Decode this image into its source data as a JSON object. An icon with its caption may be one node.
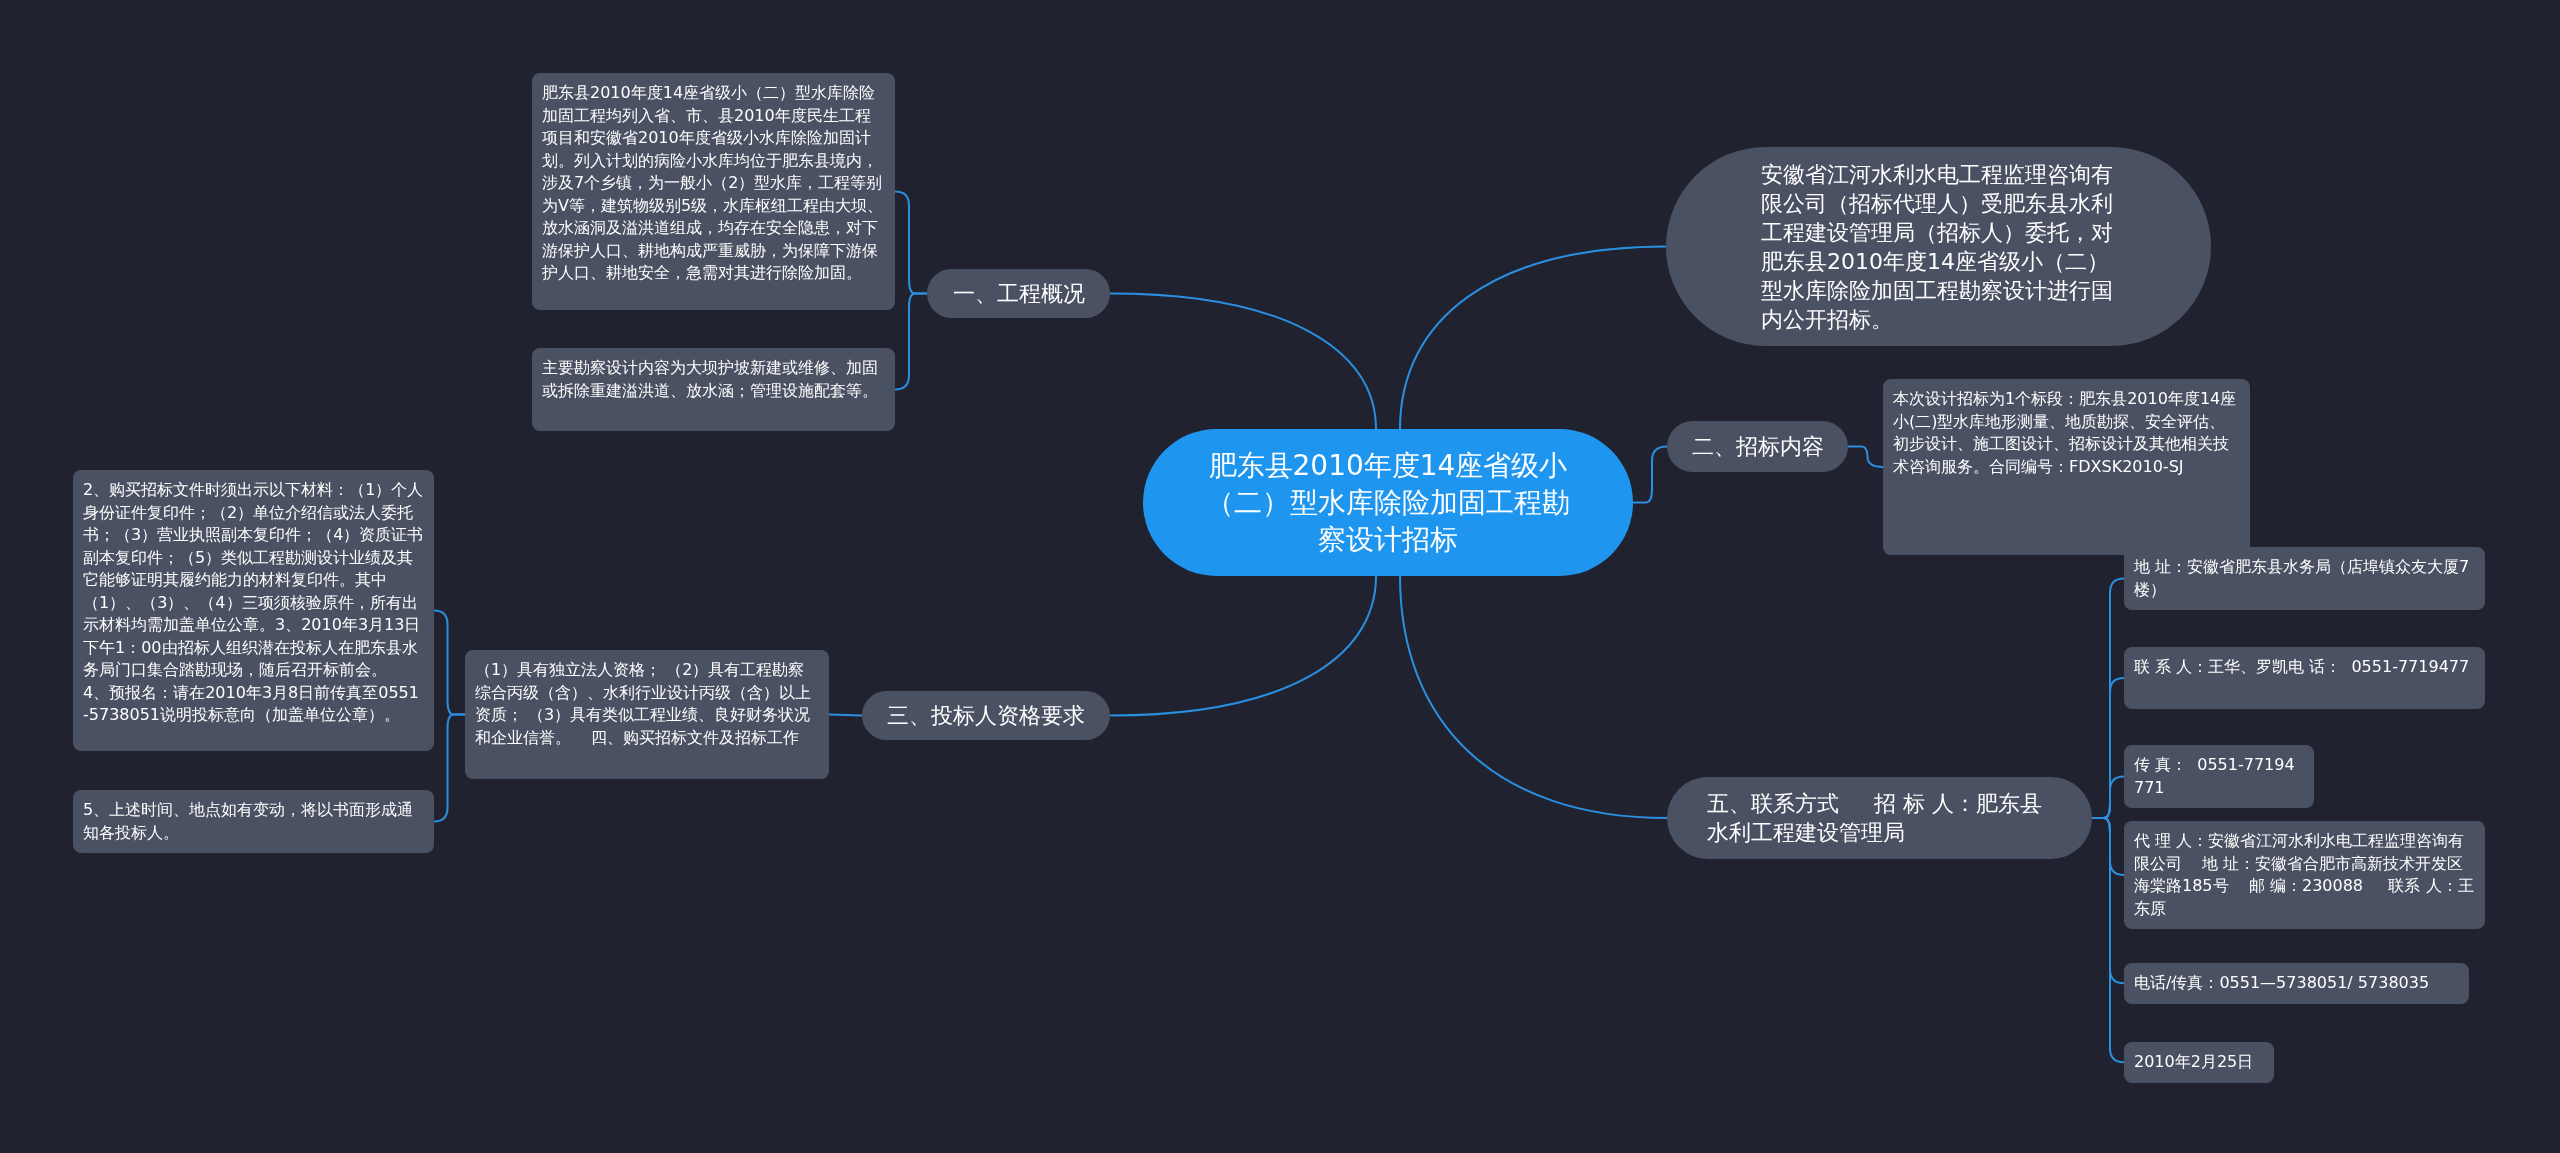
{
  "diagram": {
    "nodes": [
      {
        "text": [
          "肥东县2010年度14座省级小（二）型水库除险加固工程勘察设计招标"
        ]
      },
      {
        "text": [
          "安徽省江河水利水电工程监理咨询有限公司（招标代理人）受肥东县水利工程建设管理局（招标人）委托，对肥东县2010年度14座省级小（二）型水库除险加固工程勘察设计进行国内公开招标。"
        ]
      },
      {
        "text": [
          "一、工程概况"
        ]
      },
      {
        "text": [
          "肥东县2010年度14座省级小（二）型水库除险加固工程均列入省、市、县2010年度民生工程项目和安徽省2010年度省级小水库除险加固计划。列入计划的病险小水库均位于肥东县境内，涉及7个乡镇，为一般小（2）型水库，工程等别为V等，建筑物级别5级，水库枢纽工程由大坝、放水涵洞及溢洪道组成，均存在安全隐患，对下游保护人口、耕地构成严重威胁，为保障下游保护人口、耕地安全，急需对其进行除险加固。"
        ]
      },
      {
        "text": [
          "主要勘察设计内容为大坝护坡新建或维修、加固或拆除重建溢洪道、放水涵；管理设施配套等。"
        ]
      },
      {
        "text": [
          "二、招标内容"
        ]
      },
      {
        "text": [
          "本次设计招标为1个标段：肥东县2010年度14座小(二)型水库地形测量、地质勘探、安全评估、初步设计、施工图设计、招标设计及其他相关技术咨询服务。合同编号：FDXSK2010-SJ"
        ]
      },
      {
        "text": [
          "三、投标人资格要求"
        ]
      },
      {
        "text": [
          "（1）具有独立法人资格； （2）具有工程勘察综合丙级（含）、水利行业设计丙级（含）以上资质； （3）具有类似工程业绩、良好财务状况和企业信誉。    四、购买招标文件及招标工作"
        ]
      },
      {
        "text": [
          "2、购买招标文件时须出示以下材料：（1）个人身份证件复印件；（2）单位介绍信或法人委托书；（3）营业执照副本复印件；（4）资质证书副本复印件；（5）类似工程勘测设计业绩及其它能够证明其履约能力的材料复印件。其中（1）、（3）、（4）三项须核验原件，所有出示材料均需加盖单位公章。3、2010年3月13日下午1：00由招标人组织潜在投标人在肥东县水务局门口集合踏勘现场，随后召开标前会。    4、预报名：请在2010年3月8日前传真至0551-5738051说明投标意向（加盖单位公章）。"
        ]
      },
      {
        "text": [
          "5、上述时间、地点如有变动，将以书面形成通知各投标人。"
        ]
      },
      {
        "text": [
          "五、联系方式     招 标 人：肥东县水利工程建设管理局"
        ]
      },
      {
        "text": [
          "地 址：安徽省肥东县水务局（店埠镇众友大厦7楼）"
        ]
      },
      {
        "text": [
          "联 系 人：王华、罗凯电 话：  0551-7719477"
        ]
      },
      {
        "text": [
          "传 真：  0551-77194771"
        ]
      },
      {
        "text": [
          "代 理 人：安徽省江河水利水电工程监理咨询有限公司    地 址：安徽省合肥市高新技术开发区海棠路185号    邮 编：230088     联系 人：王东原"
        ]
      },
      {
        "text": [
          "电话/传真：0551—5738051/ 5738035"
        ]
      },
      {
        "text": [
          "2010年2月25日"
        ]
      }
    ],
    "edges": [
      {
        "from": 0,
        "to": 1,
        "arrow": "none"
      },
      {
        "from": 0,
        "to": 2,
        "arrow": "none"
      },
      {
        "from": 0,
        "to": 5,
        "arrow": "none"
      },
      {
        "from": 0,
        "to": 7,
        "arrow": "none"
      },
      {
        "from": 0,
        "to": 11,
        "arrow": "none"
      },
      {
        "from": 2,
        "to": 3,
        "arrow": "none"
      },
      {
        "from": 2,
        "to": 4,
        "arrow": "none"
      },
      {
        "from": 5,
        "to": 6,
        "arrow": "none"
      },
      {
        "from": 7,
        "to": 8,
        "arrow": "none"
      },
      {
        "from": 8,
        "to": 9,
        "arrow": "none"
      },
      {
        "from": 8,
        "to": 10,
        "arrow": "none"
      },
      {
        "from": 11,
        "to": 12,
        "arrow": "none"
      },
      {
        "from": 11,
        "to": 13,
        "arrow": "none"
      },
      {
        "from": 11,
        "to": 14,
        "arrow": "none"
      },
      {
        "from": 11,
        "to": 15,
        "arrow": "none"
      },
      {
        "from": 11,
        "to": 16,
        "arrow": "none"
      },
      {
        "from": 11,
        "to": 17,
        "arrow": "none"
      }
    ]
  }
}
